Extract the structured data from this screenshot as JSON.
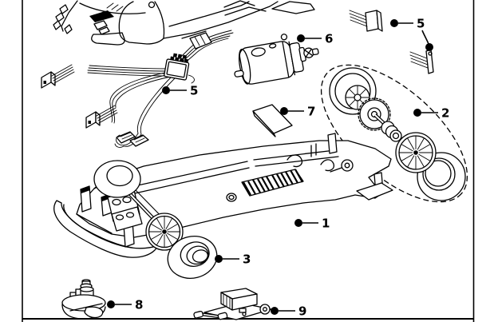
{
  "page": {
    "paper_color": "#ffffff",
    "ink_color": "#000000"
  },
  "callouts": [
    {
      "number": "1",
      "part": "chassis"
    },
    {
      "number": "2",
      "part": "rear-axle-assembly"
    },
    {
      "number": "3",
      "part": "front-tire"
    },
    {
      "number": "5",
      "part": "wiring-harness"
    },
    {
      "number": "5",
      "part": "braid-eyelets"
    },
    {
      "number": "6",
      "part": "motor"
    },
    {
      "number": "7",
      "part": "foam-pad"
    },
    {
      "number": "8",
      "part": "pickup-guide"
    },
    {
      "number": "9",
      "part": "digital-chip"
    }
  ]
}
